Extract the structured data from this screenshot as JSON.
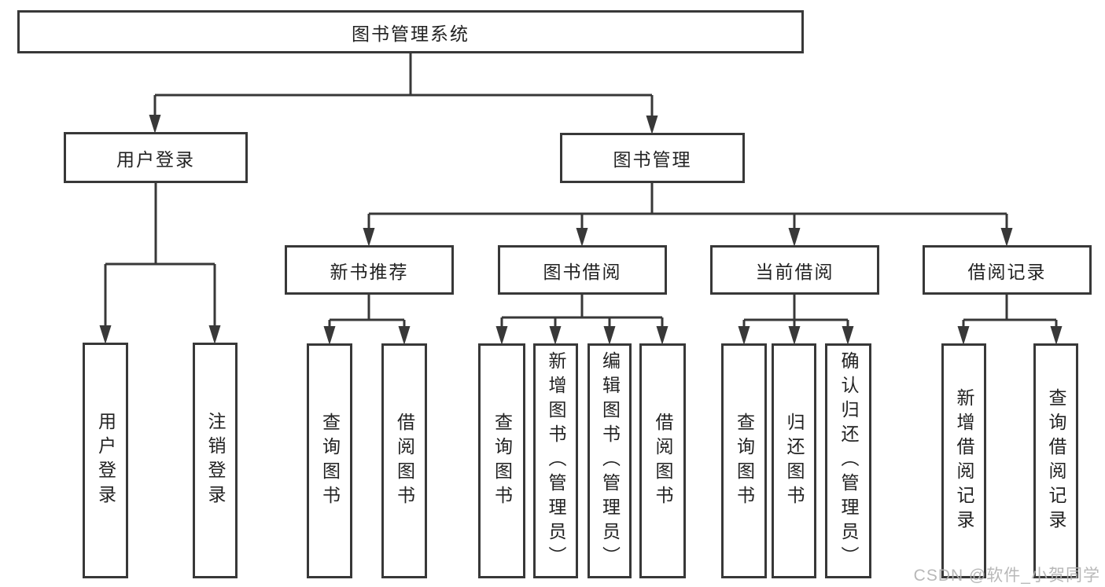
{
  "tree": {
    "root": {
      "label": "图书管理系统",
      "children": [
        {
          "label": "用户登录",
          "children": [
            {
              "label": "用户登录"
            },
            {
              "label": "注销登录"
            }
          ]
        },
        {
          "label": "图书管理",
          "children": [
            {
              "label": "新书推荐",
              "children": [
                {
                  "label": "查询图书"
                },
                {
                  "label": "借阅图书"
                }
              ]
            },
            {
              "label": "图书借阅",
              "children": [
                {
                  "label": "查询图书"
                },
                {
                  "label": "新增图书（管理员）"
                },
                {
                  "label": "编辑图书（管理员）"
                },
                {
                  "label": "借阅图书"
                }
              ]
            },
            {
              "label": "当前借阅",
              "children": [
                {
                  "label": "查询图书"
                },
                {
                  "label": "归还图书"
                },
                {
                  "label": "确认归还（管理员）"
                }
              ]
            },
            {
              "label": "借阅记录",
              "children": [
                {
                  "label": "新增借阅记录"
                },
                {
                  "label": "查询借阅记录"
                }
              ]
            }
          ]
        }
      ]
    }
  },
  "watermark": {
    "text": "CSDN @软件_小贺同学"
  },
  "colors": {
    "background": "#ffffff",
    "box_border": "#383838",
    "connector_line": "#383838",
    "text": "#222222",
    "watermark": "#b2b2b2"
  }
}
